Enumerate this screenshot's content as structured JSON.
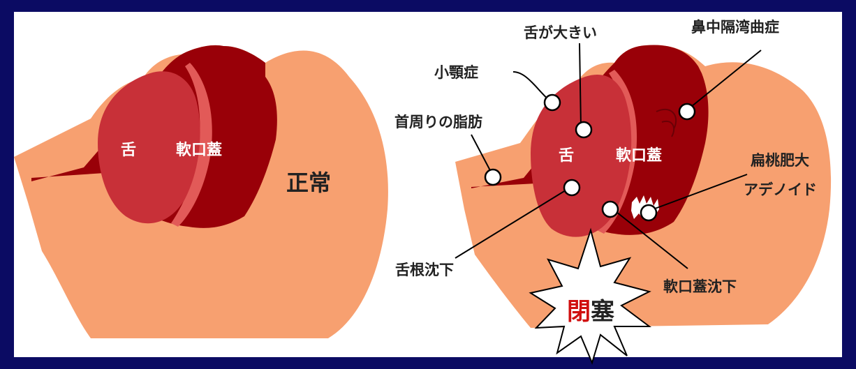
{
  "normal": {
    "tongue": "舌",
    "soft_palate": "軟口蓋",
    "caption": "正常"
  },
  "apnea": {
    "tongue": "舌",
    "soft_palate": "軟口蓋",
    "big_tongue": "舌が大きい",
    "deviated_septum": "鼻中隔湾曲症",
    "micrognathia": "小顎症",
    "neck_fat": "首周りの脂肪",
    "tonsil_line1": "扁桃肥大",
    "tonsil_line2": "アデノイド",
    "tongue_base_fall": "舌根沈下",
    "soft_palate_fall": "軟口蓋沈下",
    "obstruction": "閉塞"
  },
  "colors": {
    "background": "#0b0b63",
    "panel": "#ffffff",
    "skin": "#f7a070",
    "dark_tissue": "#990008",
    "tongue": "#c83038",
    "soft_palate_band": "#e25a58",
    "burst_stroke": "#000000",
    "obstruction_text": "#d01010"
  }
}
